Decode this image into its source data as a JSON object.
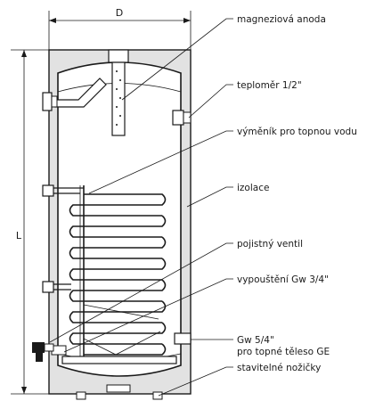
{
  "dimensions": {
    "diameter_label": "D",
    "length_label": "L"
  },
  "labels": {
    "anode": "magneziová anoda",
    "thermometer": "teploměr 1/2\"",
    "exchanger": "výměník pro topnou vodu",
    "insulation": "izolace",
    "safety_valve": "pojistný ventil",
    "drain": "vypouštění Gw 3/4\"",
    "heater_line1": "Gw 5/4\"",
    "heater_line2": "pro topné těleso GE",
    "feet": "stavitelné nožičky"
  },
  "colors": {
    "insulation": "#e2e2e2",
    "line": "#1a1a1a",
    "background": "#ffffff"
  }
}
